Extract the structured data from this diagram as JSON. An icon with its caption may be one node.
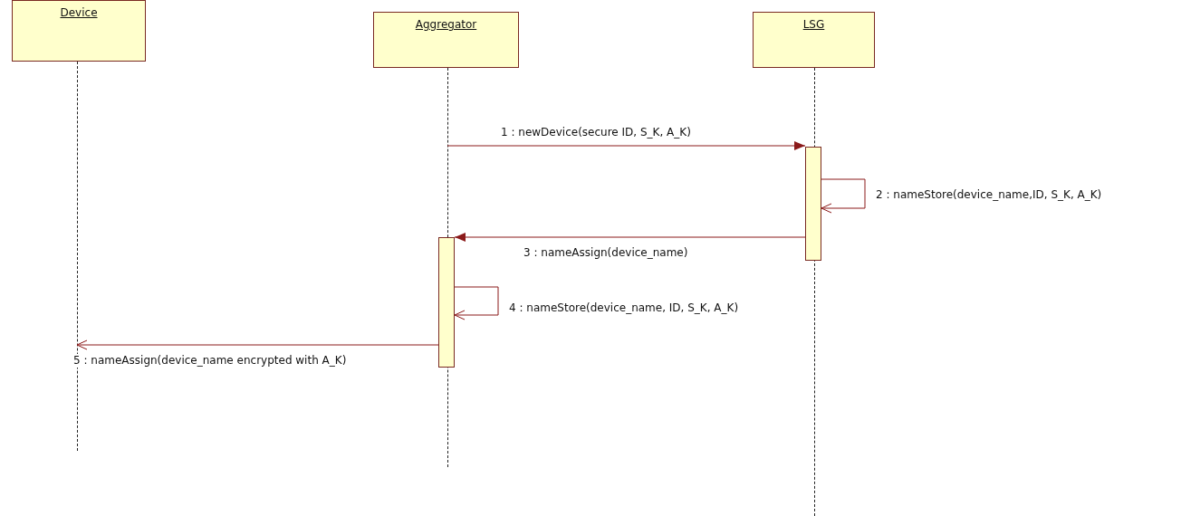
{
  "diagram": {
    "nodes": [
      {
        "text": [
          "Device"
        ]
      },
      {
        "text": [
          "Aggregator"
        ]
      },
      {
        "text": [
          "LSG"
        ]
      },
      {
        "text": [],
        "shape": "lifeline"
      },
      {
        "text": [],
        "shape": "lifeline"
      },
      {
        "text": [],
        "shape": "lifeline"
      },
      {
        "text": [],
        "shape": "bar"
      },
      {
        "text": [],
        "shape": "bar"
      }
    ],
    "edges": [
      {
        "from": 4,
        "to": 6,
        "arrow": "to",
        "label": "1 : newDevice(secure ID, S_K, A_K)"
      },
      {
        "from": 6,
        "to": 6,
        "arrow": "to",
        "label": "2 : nameStore(device_name,ID, S_K, A_K)"
      },
      {
        "from": 6,
        "to": 7,
        "arrow": "to",
        "label": "3 : nameAssign(device_name)"
      },
      {
        "from": 7,
        "to": 7,
        "arrow": "to",
        "label": "4 : nameStore(device_name, ID, S_K, A_K)"
      },
      {
        "from": 7,
        "to": 3,
        "arrow": "to",
        "label": "5 : nameAssign(device_name encrypted with A_K)"
      }
    ]
  }
}
